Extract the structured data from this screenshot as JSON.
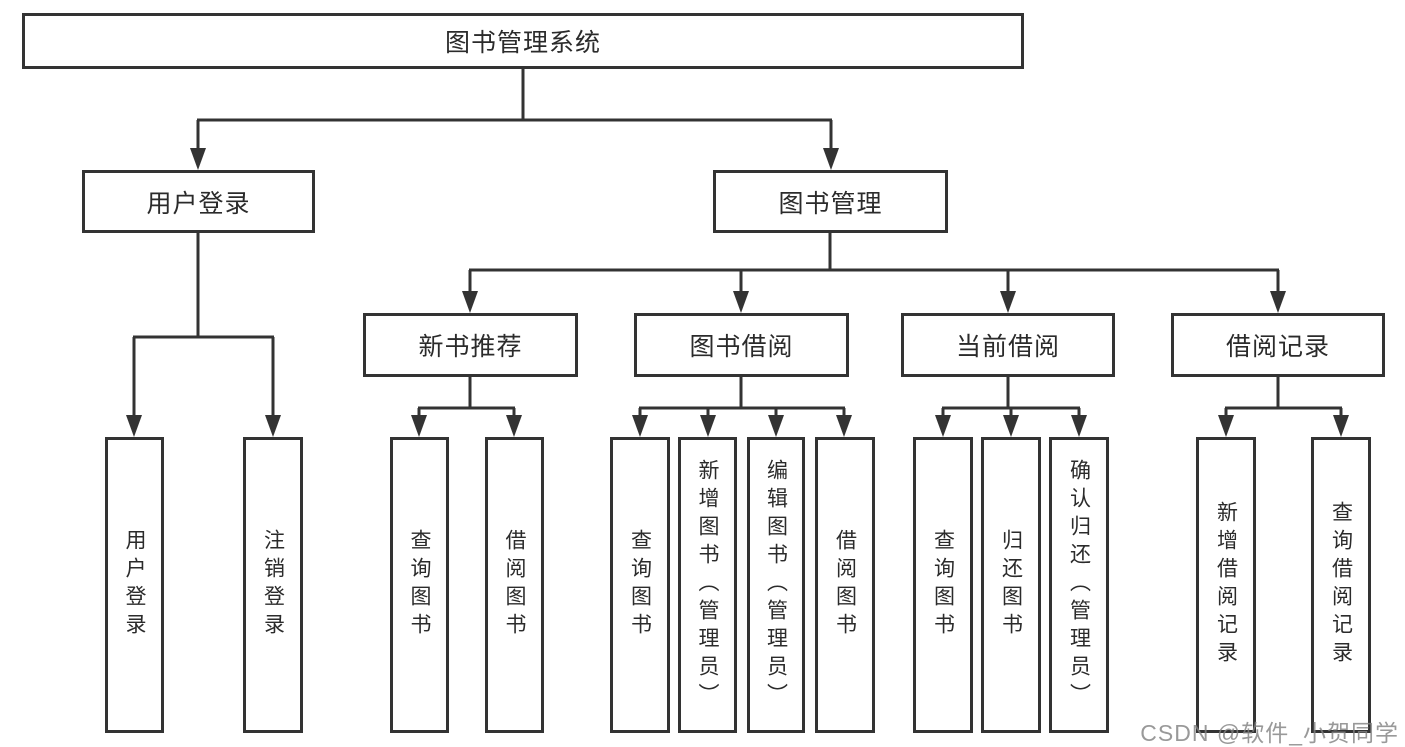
{
  "diagram": {
    "root": {
      "label": "图书管理系统",
      "children": [
        {
          "label": "用户登录",
          "children": [
            {
              "label": "用户登录"
            },
            {
              "label": "注销登录"
            }
          ]
        },
        {
          "label": "图书管理",
          "children": [
            {
              "label": "新书推荐",
              "children": [
                {
                  "label": "查询图书"
                },
                {
                  "label": "借阅图书"
                }
              ]
            },
            {
              "label": "图书借阅",
              "children": [
                {
                  "label": "查询图书"
                },
                {
                  "label": "新增图书（管理员）"
                },
                {
                  "label": "编辑图书（管理员）"
                },
                {
                  "label": "借阅图书"
                }
              ]
            },
            {
              "label": "当前借阅",
              "children": [
                {
                  "label": "查询图书"
                },
                {
                  "label": "归还图书"
                },
                {
                  "label": "确认归还（管理员）"
                }
              ]
            },
            {
              "label": "借阅记录",
              "children": [
                {
                  "label": "新增借阅记录"
                },
                {
                  "label": "查询借阅记录"
                }
              ]
            }
          ]
        }
      ]
    }
  },
  "watermark": {
    "text": "CSDN @软件_小贺同学"
  },
  "colors": {
    "background": "#ffffff",
    "line": "#333333",
    "box_border": "#333333",
    "text": "#2b2b2b",
    "watermark": "#828282"
  }
}
